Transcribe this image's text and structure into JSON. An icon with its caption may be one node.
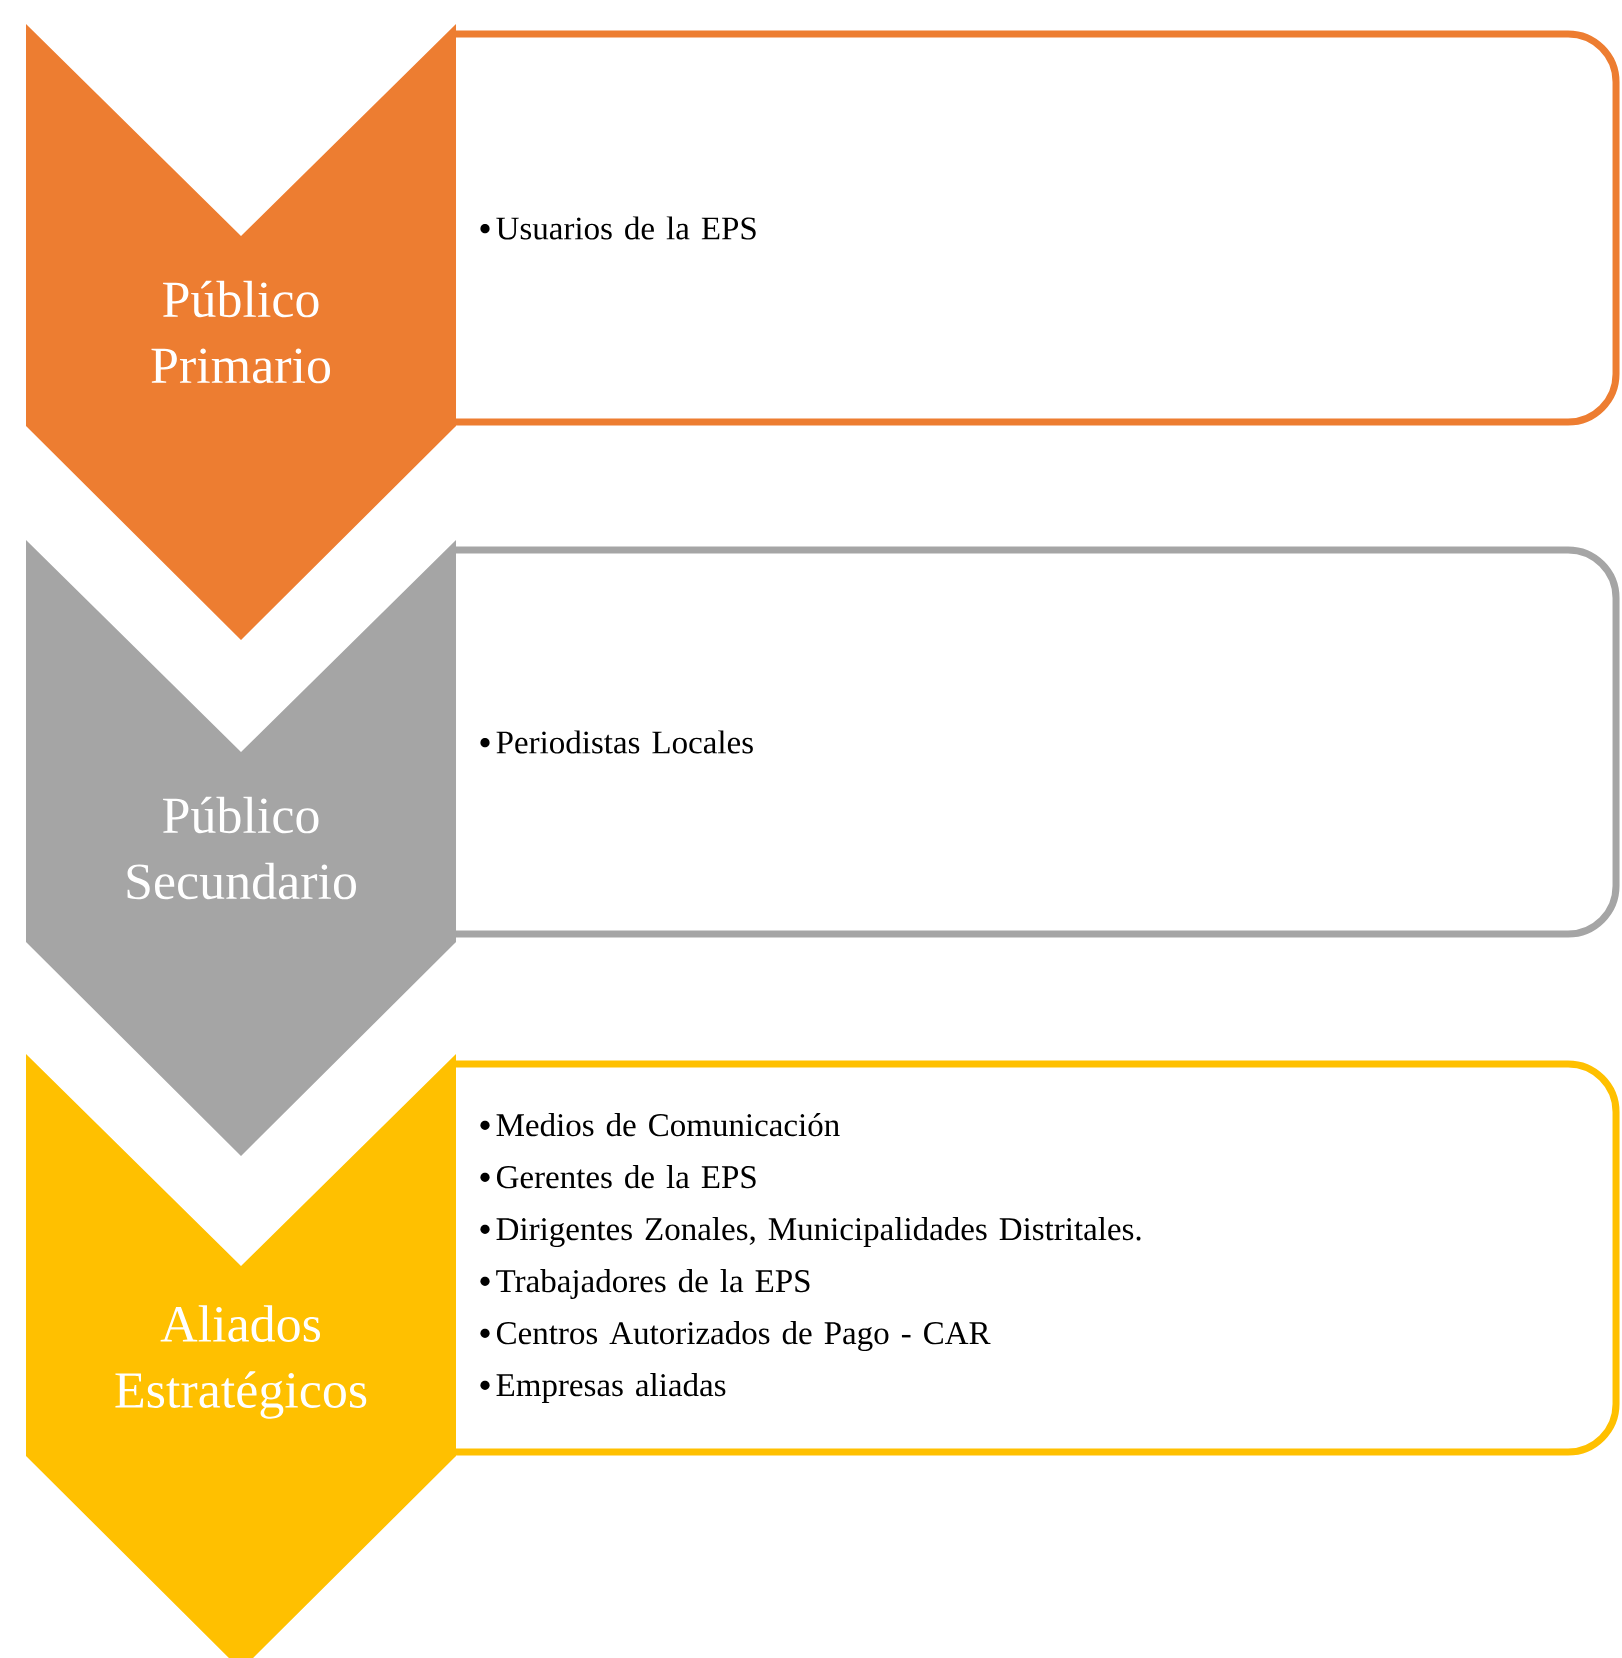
{
  "diagram": {
    "nodes": [
      {
        "text": [
          "Público Primario"
        ]
      },
      {
        "text": [
          "Usuarios de la EPS"
        ]
      },
      {
        "text": [
          "Público Secundario"
        ]
      },
      {
        "text": [
          "Periodistas Locales"
        ]
      },
      {
        "text": [
          "Aliados Estratégicos"
        ]
      },
      {
        "text": [
          "Medios de Comunicación",
          "Gerentes de la EPS",
          "Dirigentes Zonales, Municipalidades Distritales.",
          "Trabajadores de la EPS",
          "Centros Autorizados de Pago - CAR",
          "Empresas aliadas"
        ]
      }
    ]
  }
}
